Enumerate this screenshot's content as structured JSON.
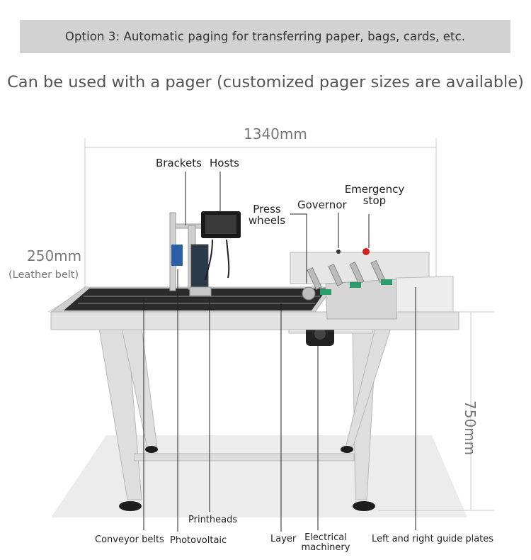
{
  "banner": {
    "text": "Option 3: Automatic paging for transferring paper, bags, cards, etc."
  },
  "subtitle": "Can be used with a pager (customized pager sizes are available)",
  "dimensions": {
    "width": "1340mm",
    "belt_width": "250mm",
    "belt_note": "(Leather belt)",
    "height": "750mm"
  },
  "labels": {
    "brackets": "Brackets",
    "hosts": "Hosts",
    "press_wheels_1": "Press",
    "press_wheels_2": "wheels",
    "governor": "Governor",
    "emergency_1": "Emergency",
    "emergency_2": "stop",
    "conveyor_belts": "Conveyor belts",
    "photovoltaic": "Photovoltaic",
    "printheads": "Printheads",
    "layer": "Layer",
    "electrical_1": "Electrical",
    "electrical_2": "machinery",
    "guide_plates": "Left and right guide plates"
  },
  "colors": {
    "banner_bg": "#d2d2d2",
    "frame": "#d9d9d9",
    "belt": "#2b2b2b",
    "screen": "#1a1a1a",
    "stop_button": "#d42222"
  }
}
